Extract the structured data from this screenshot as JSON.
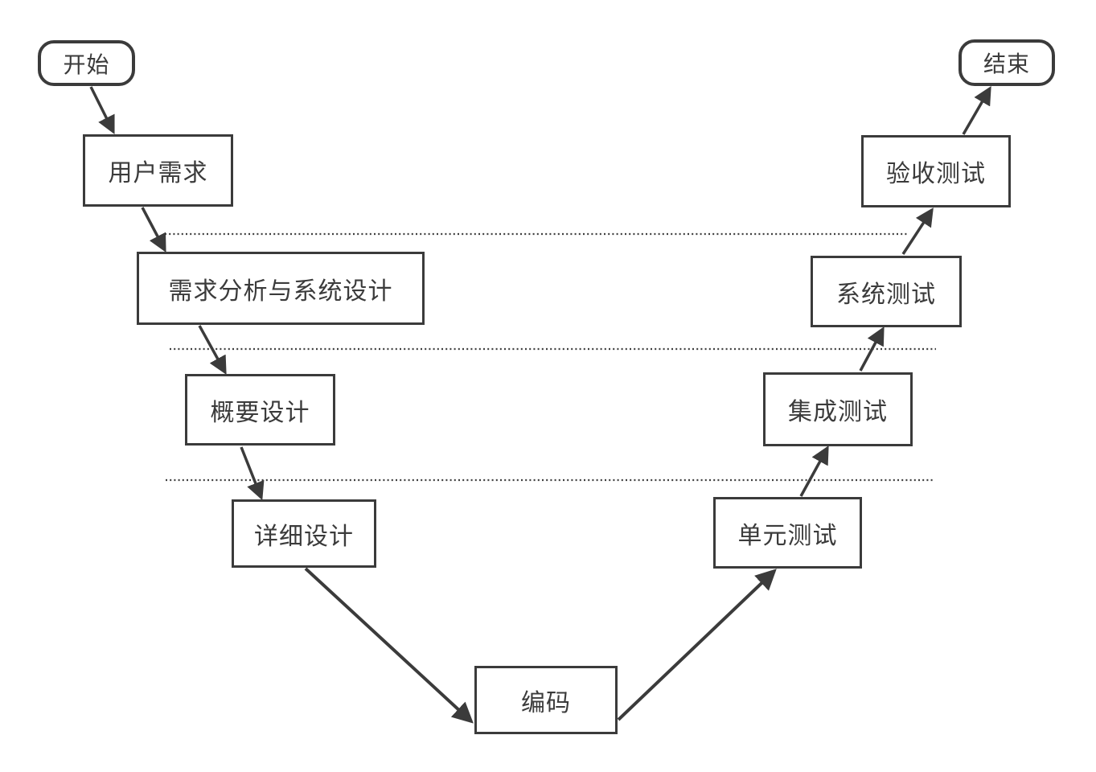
{
  "diagram": {
    "type": "flowchart-v-model",
    "colors": {
      "background": "#ffffff",
      "stroke": "#3b3b3b",
      "text": "#3b3b3b"
    },
    "nodes": {
      "start": {
        "label": "开始",
        "shape": "rounded"
      },
      "user_requirements": {
        "label": "用户需求",
        "shape": "rect"
      },
      "req_analysis": {
        "label": "需求分析与系统设计",
        "shape": "rect"
      },
      "outline_design": {
        "label": "概要设计",
        "shape": "rect"
      },
      "detailed_design": {
        "label": "详细设计",
        "shape": "rect"
      },
      "coding": {
        "label": "编码",
        "shape": "rect"
      },
      "unit_test": {
        "label": "单元测试",
        "shape": "rect"
      },
      "integration_test": {
        "label": "集成测试",
        "shape": "rect"
      },
      "system_test": {
        "label": "系统测试",
        "shape": "rect"
      },
      "acceptance_test": {
        "label": "验收测试",
        "shape": "rect"
      },
      "end": {
        "label": "结束",
        "shape": "rounded"
      }
    },
    "edges": [
      {
        "from": "开始",
        "to": "用户需求"
      },
      {
        "from": "用户需求",
        "to": "需求分析与系统设计"
      },
      {
        "from": "需求分析与系统设计",
        "to": "概要设计"
      },
      {
        "from": "概要设计",
        "to": "详细设计"
      },
      {
        "from": "详细设计",
        "to": "编码"
      },
      {
        "from": "编码",
        "to": "单元测试"
      },
      {
        "from": "单元测试",
        "to": "集成测试"
      },
      {
        "from": "集成测试",
        "to": "系统测试"
      },
      {
        "from": "系统测试",
        "to": "验收测试"
      },
      {
        "from": "验收测试",
        "to": "结束"
      }
    ],
    "separators": {
      "count": 3,
      "style": "dotted"
    }
  }
}
